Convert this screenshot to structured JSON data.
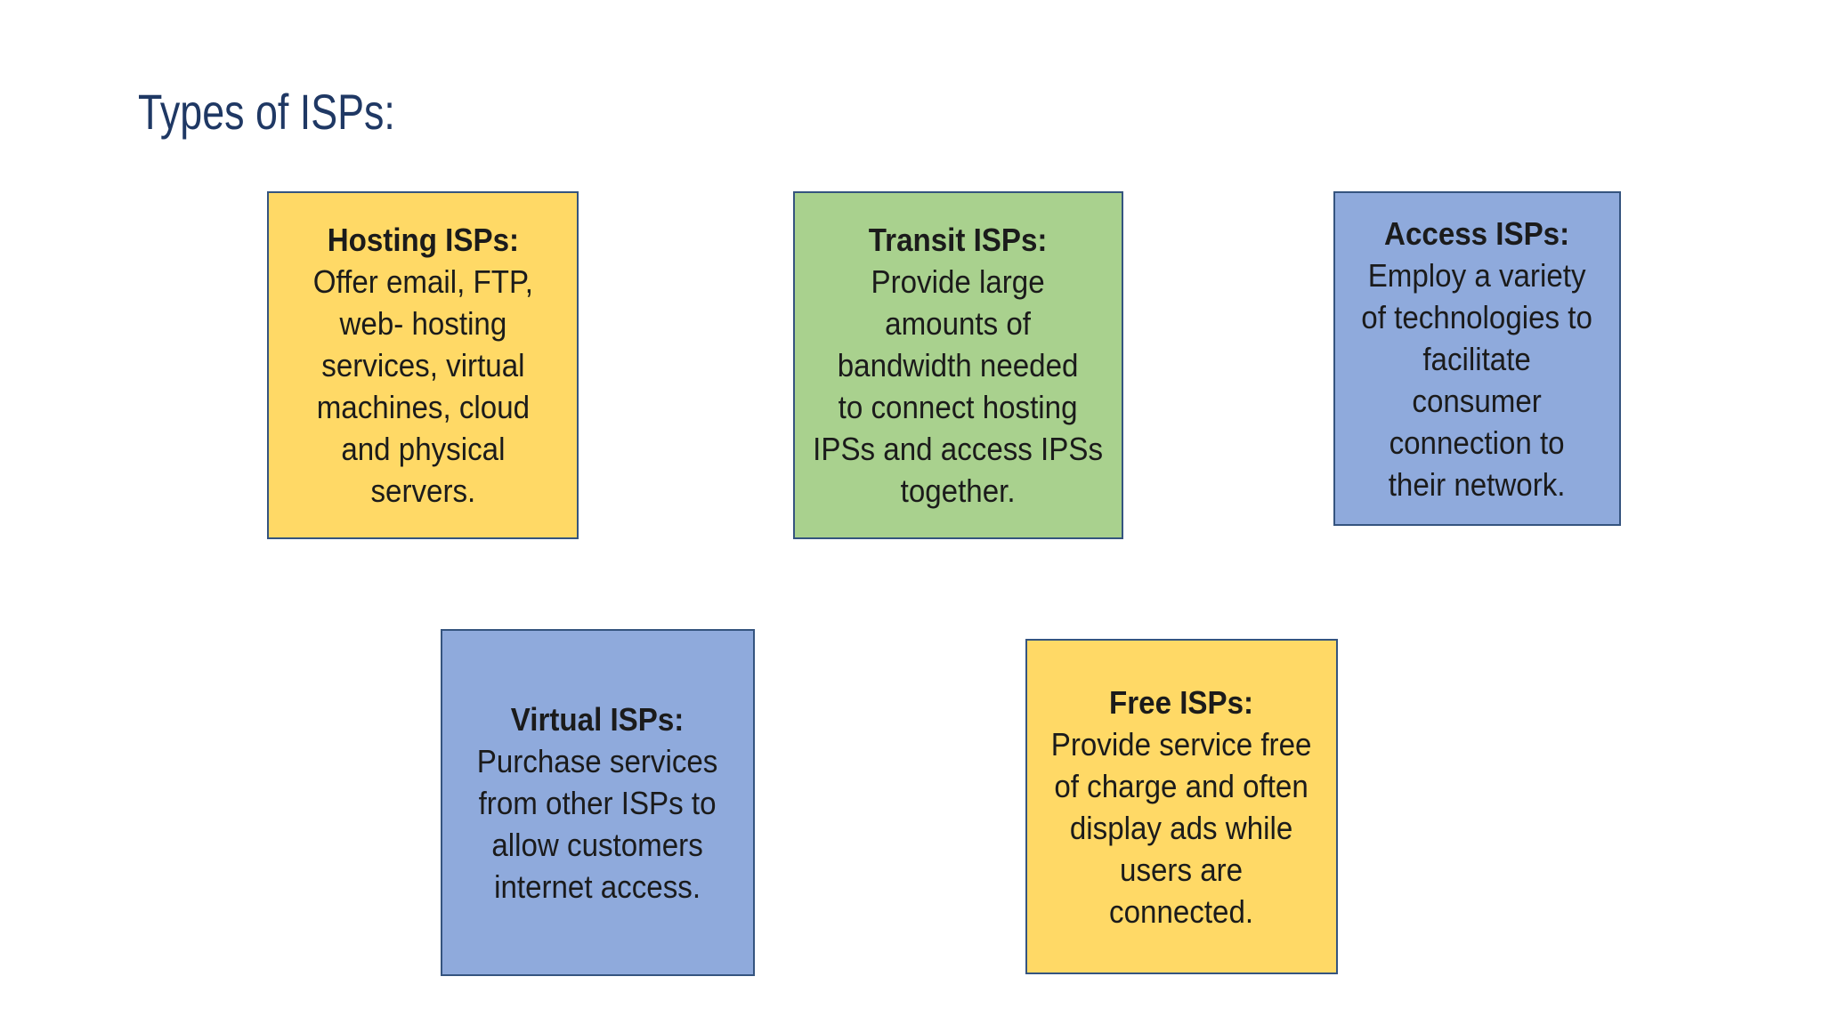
{
  "slide": {
    "title": "Types of ISPs:",
    "title_color": "#1F3864",
    "background": "#ffffff"
  },
  "colors": {
    "yellow": "#FFD966",
    "green": "#A9D18E",
    "blue": "#8FAADC",
    "border": "#35547F",
    "text": "#1b1b1b"
  },
  "boxes": [
    {
      "id": "hosting",
      "fill": "yellow",
      "title": "Hosting ISPs:",
      "body": "Offer email, FTP,\nweb- hosting\nservices, virtual\nmachines, cloud\nand physical\nservers."
    },
    {
      "id": "transit",
      "fill": "green",
      "title": "Transit ISPs:",
      "body": "Provide large\namounts of\nbandwidth needed\nto connect hosting\nIPSs and access IPSs\ntogether."
    },
    {
      "id": "access",
      "fill": "blue",
      "title": "Access ISPs:",
      "body": "Employ a variety\nof technologies to\nfacilitate\nconsumer\nconnection to\ntheir network."
    },
    {
      "id": "virtual",
      "fill": "blue",
      "title": "Virtual ISPs:",
      "body": "Purchase services\nfrom other ISPs to\nallow customers\ninternet access."
    },
    {
      "id": "free",
      "fill": "yellow",
      "title": "Free ISPs:",
      "body": "Provide service free\nof charge and often\ndisplay ads while\nusers are\nconnected."
    }
  ]
}
